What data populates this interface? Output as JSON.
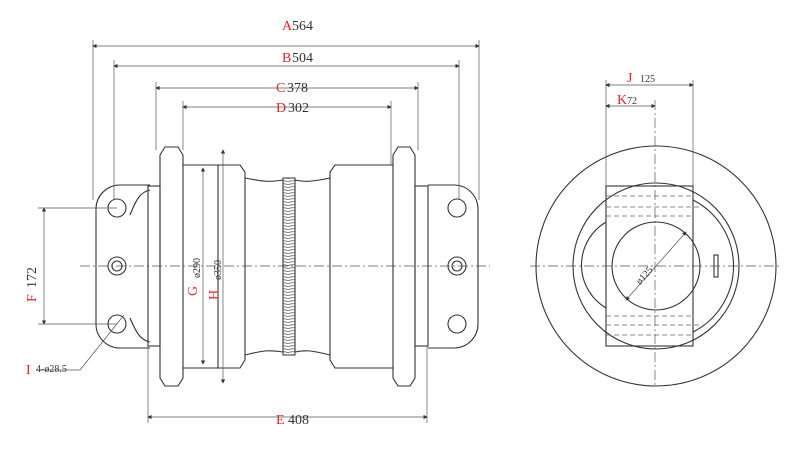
{
  "dimensions": {
    "A": {
      "letter": "A",
      "value": "564"
    },
    "B": {
      "letter": "B",
      "value": "504"
    },
    "C": {
      "letter": "C",
      "value": "378"
    },
    "D": {
      "letter": "D",
      "value": "302"
    },
    "E": {
      "letter": "E",
      "value": "408"
    },
    "F": {
      "letter": "F",
      "value": "172"
    },
    "G": {
      "letter": "G",
      "value": "ø290"
    },
    "H": {
      "letter": "H",
      "value": "ø350"
    },
    "I": {
      "letter": "I",
      "value": "4-ø28.5"
    },
    "J": {
      "letter": "J",
      "value": "125"
    },
    "K": {
      "letter": "K",
      "value": "72"
    },
    "bore": {
      "value": "ø125"
    }
  },
  "colors": {
    "label": "#d8262a",
    "line": "#333333"
  }
}
